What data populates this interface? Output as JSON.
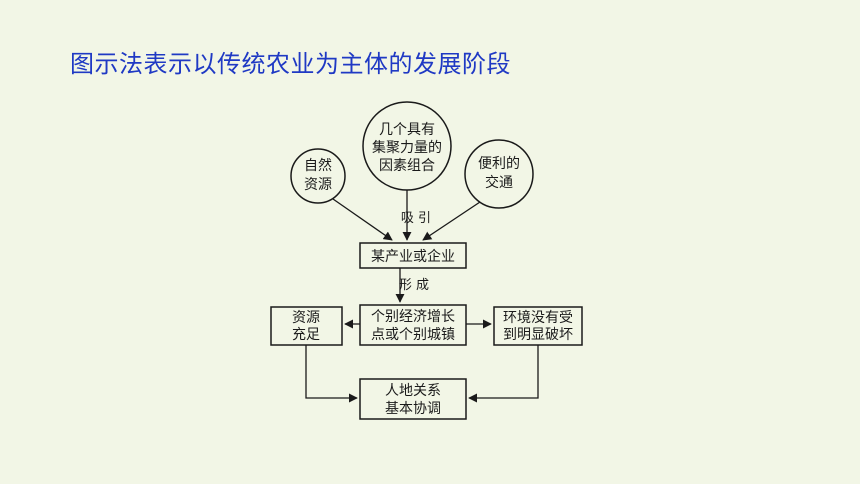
{
  "title": "图示法表示以传统农业为主体的发展阶段",
  "diagram": {
    "circles": {
      "natural": [
        "自然",
        "资源"
      ],
      "industry": [
        "几个具有",
        "集聚力量的",
        "因素组合"
      ],
      "transport": [
        "便利的",
        "交通"
      ]
    },
    "labels": {
      "attract": "吸 引",
      "form": "形 成"
    },
    "boxes": {
      "industry_enterprise": [
        "某产业或企业"
      ],
      "growth_points": [
        "个别经济增长",
        "点或个别城镇"
      ],
      "resources": [
        "资源",
        "充足"
      ],
      "environment": [
        "环境没有受",
        "到明显破坏"
      ],
      "harmony": [
        "人地关系",
        "基本协调"
      ]
    }
  },
  "colors": {
    "title": "#1f39c4",
    "background": "#f2f6e6",
    "stroke": "#1a1a1a"
  }
}
